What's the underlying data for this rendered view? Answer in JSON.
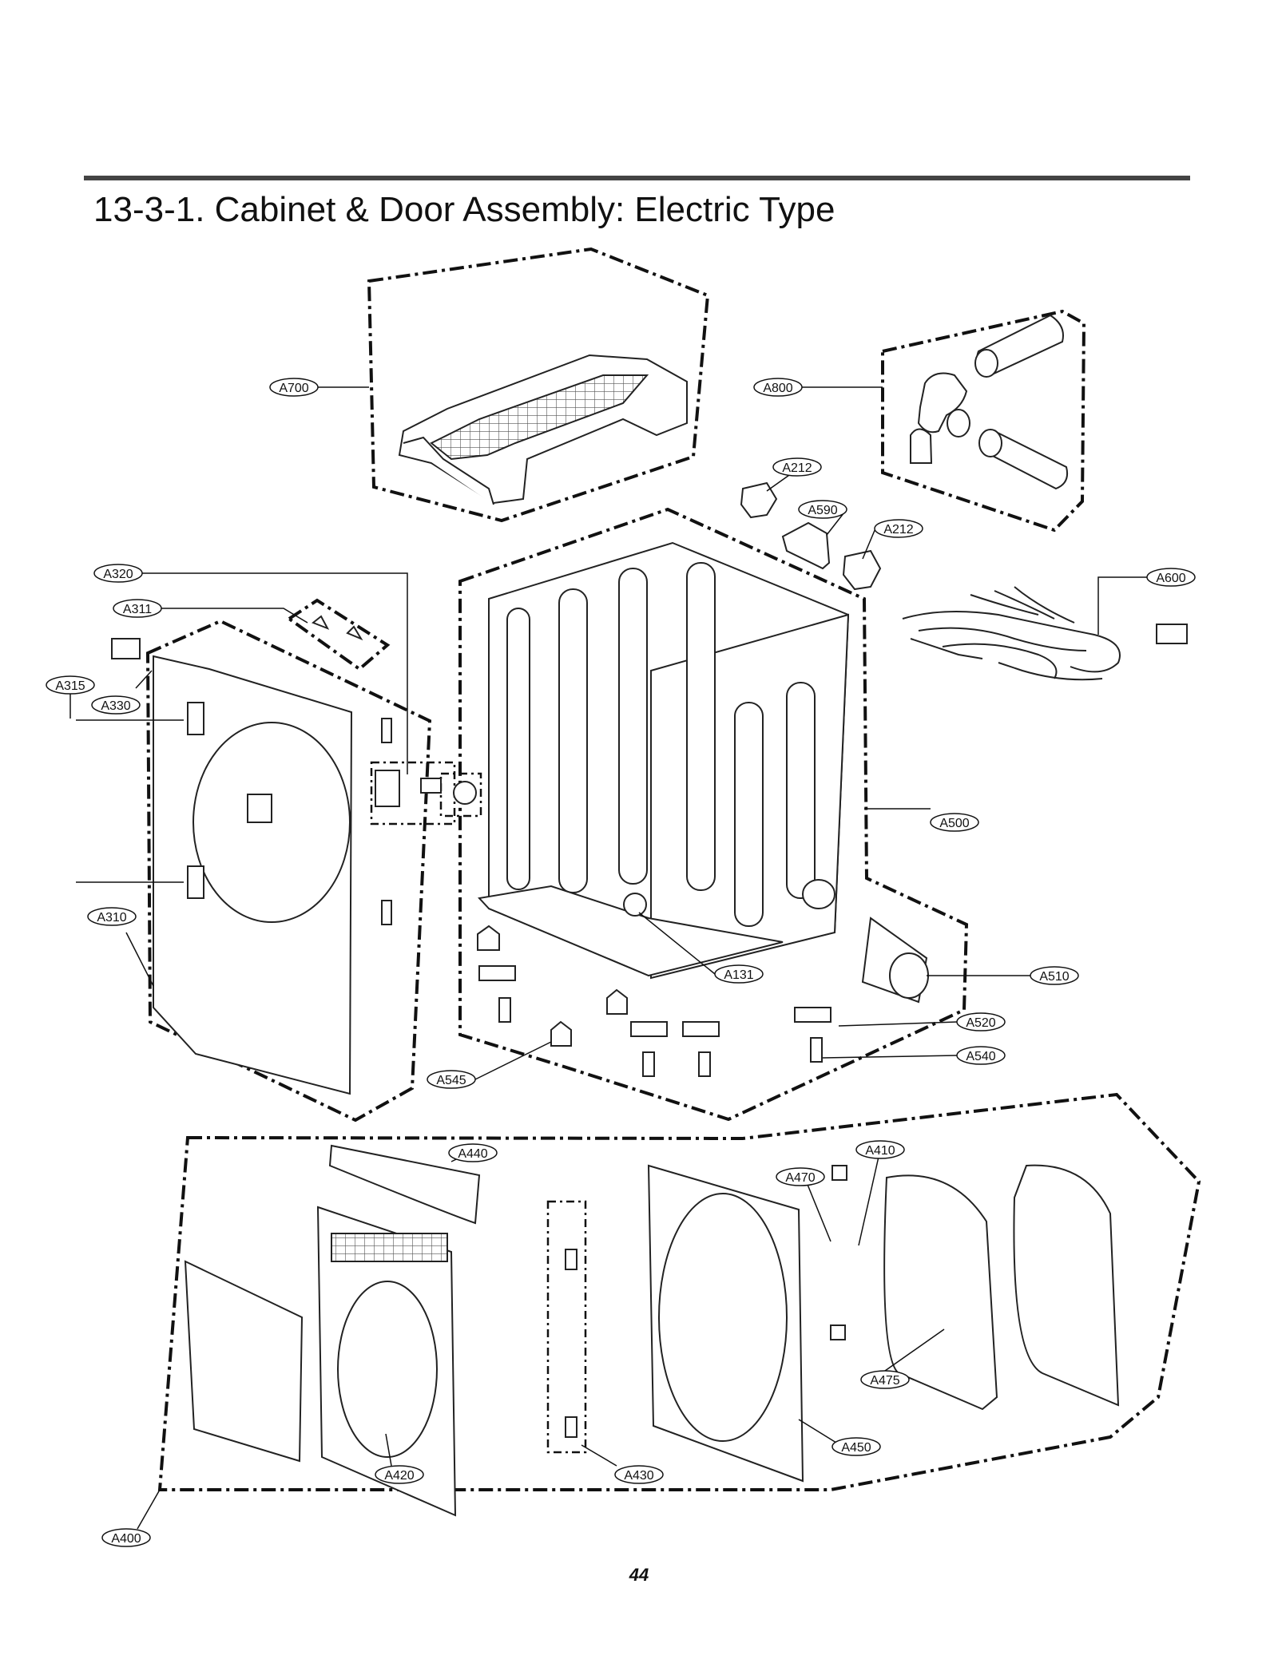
{
  "title": "13-3-1. Cabinet & Door Assembly: Electric Type",
  "page_number": "44",
  "parts": [
    {
      "id": "A700"
    },
    {
      "id": "A800"
    },
    {
      "id": "A212"
    },
    {
      "id": "A590"
    },
    {
      "id": "A212"
    },
    {
      "id": "A600"
    },
    {
      "id": "A320"
    },
    {
      "id": "A311"
    },
    {
      "id": "A315"
    },
    {
      "id": "A330"
    },
    {
      "id": "A500"
    },
    {
      "id": "A310"
    },
    {
      "id": "A131"
    },
    {
      "id": "A510"
    },
    {
      "id": "A520"
    },
    {
      "id": "A540"
    },
    {
      "id": "A545"
    },
    {
      "id": "A440"
    },
    {
      "id": "A410"
    },
    {
      "id": "A470"
    },
    {
      "id": "A475"
    },
    {
      "id": "A450"
    },
    {
      "id": "A420"
    },
    {
      "id": "A430"
    },
    {
      "id": "A400"
    }
  ]
}
